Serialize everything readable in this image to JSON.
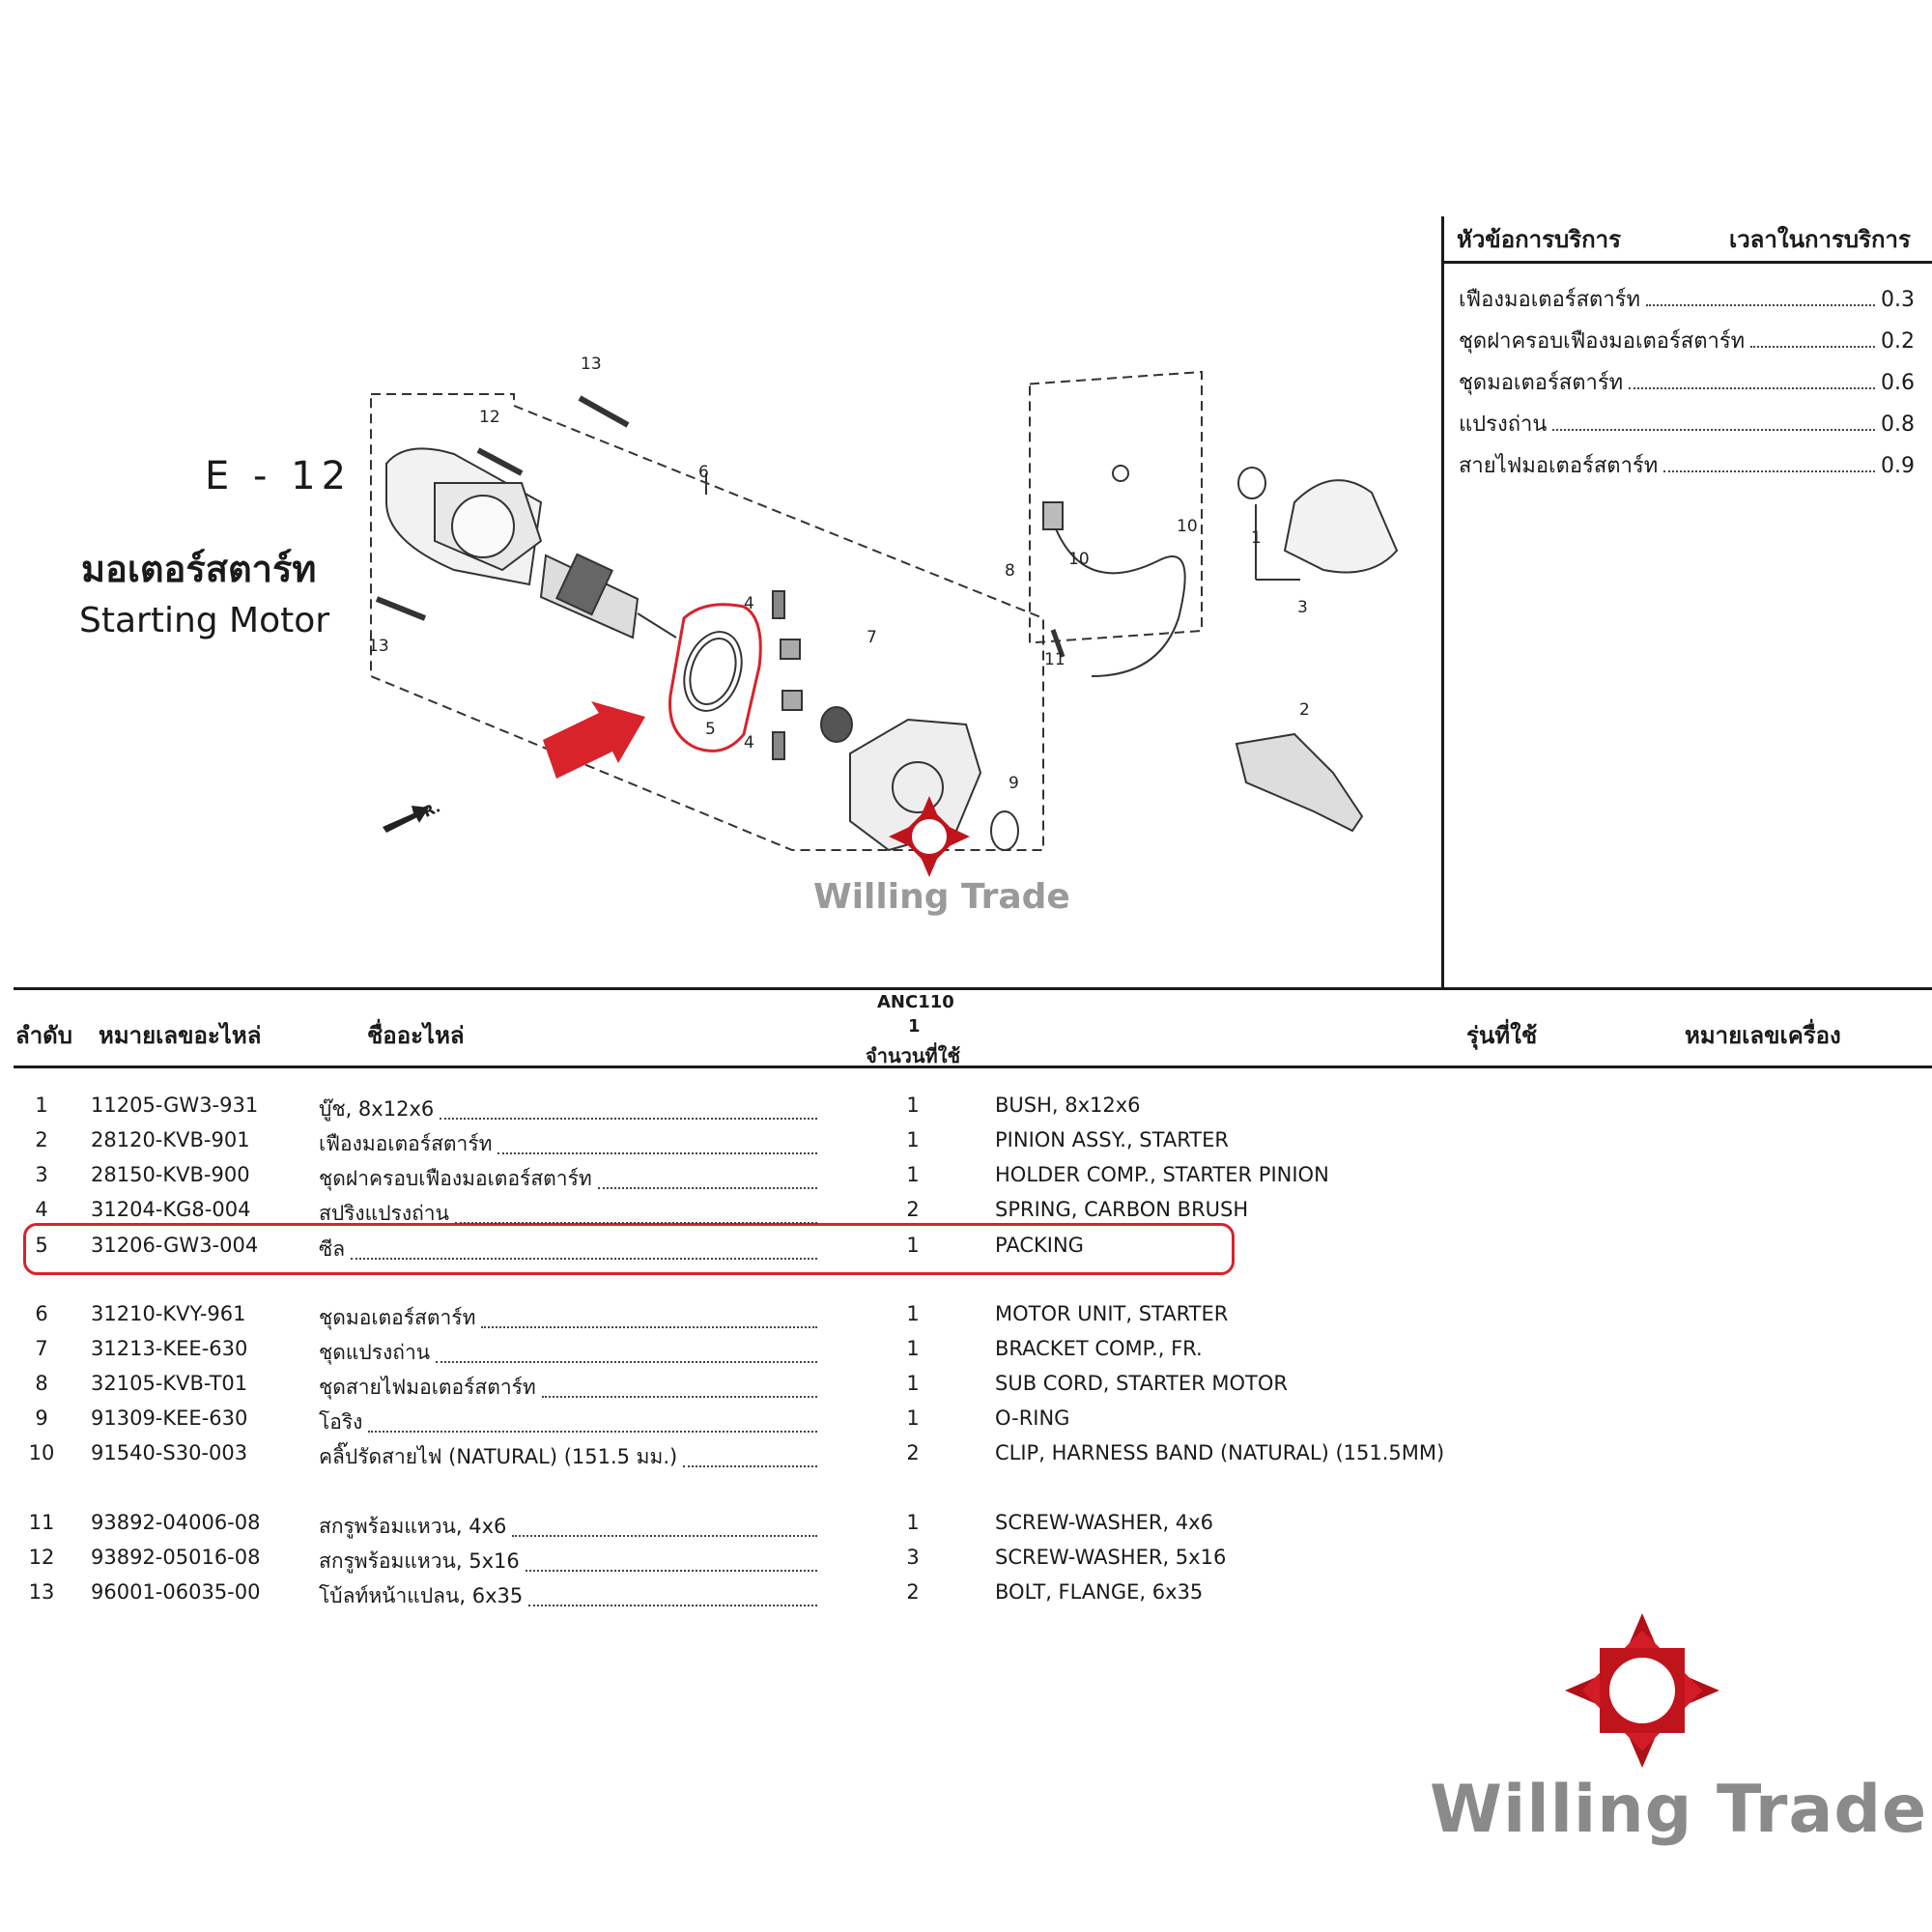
{
  "section": {
    "code": "E - 12",
    "title_th": "มอเตอร์สตาร์ท",
    "title_en": "Starting Motor"
  },
  "service_time": {
    "header_left": "หัวข้อการบริการ",
    "header_right": "เวลาในการบริการ",
    "rows": [
      {
        "name": "เฟืองมอเตอร์สตาร์ท",
        "time": "0.3"
      },
      {
        "name": "ชุดฝาครอบเฟืองมอเตอร์สตาร์ท",
        "time": "0.2"
      },
      {
        "name": "ชุดมอเตอร์สตาร์ท",
        "time": "0.6"
      },
      {
        "name": "แปรงถ่าน",
        "time": "0.8"
      },
      {
        "name": "สายไฟมอเตอร์สตาร์ท",
        "time": "0.9"
      }
    ]
  },
  "diagram": {
    "callouts": [
      "1",
      "2",
      "3",
      "4",
      "4",
      "5",
      "6",
      "7",
      "8",
      "9",
      "10",
      "10",
      "11",
      "12",
      "13",
      "13"
    ],
    "front_label": "FR.",
    "highlight_color": "#d8232a"
  },
  "table": {
    "headers": {
      "no": "ลำดับ",
      "part_no": "หมายเลขอะไหล่",
      "name": "ชื่ออะไหล่",
      "model": "ANC110",
      "model_num": "1",
      "qty": "จำนวนที่ใช้",
      "applicable": "รุ่นที่ใช้",
      "engine_no": "หมายเลขเครื่อง"
    },
    "rows": [
      {
        "no": "1",
        "part_no": "11205-GW3-931",
        "name_th": "บู๊ช, 8x12x6",
        "qty": "1",
        "name_en": "BUSH, 8x12x6"
      },
      {
        "no": "2",
        "part_no": "28120-KVB-901",
        "name_th": "เฟืองมอเตอร์สตาร์ท",
        "qty": "1",
        "name_en": "PINION ASSY., STARTER"
      },
      {
        "no": "3",
        "part_no": "28150-KVB-900",
        "name_th": "ชุดฝาครอบเฟืองมอเตอร์สตาร์ท",
        "qty": "1",
        "name_en": "HOLDER COMP., STARTER PINION"
      },
      {
        "no": "4",
        "part_no": "31204-KG8-004",
        "name_th": "สปริงแปรงถ่าน",
        "qty": "2",
        "name_en": "SPRING, CARBON BRUSH"
      },
      {
        "no": "5",
        "part_no": "31206-GW3-004",
        "name_th": "ซีล",
        "qty": "1",
        "name_en": "PACKING"
      },
      {
        "no": "6",
        "part_no": "31210-KVY-961",
        "name_th": "ชุดมอเตอร์สตาร์ท",
        "qty": "1",
        "name_en": "MOTOR UNIT, STARTER"
      },
      {
        "no": "7",
        "part_no": "31213-KEE-630",
        "name_th": "ชุดแปรงถ่าน",
        "qty": "1",
        "name_en": "BRACKET COMP., FR."
      },
      {
        "no": "8",
        "part_no": "32105-KVB-T01",
        "name_th": "ชุดสายไฟมอเตอร์สตาร์ท",
        "qty": "1",
        "name_en": "SUB CORD, STARTER MOTOR"
      },
      {
        "no": "9",
        "part_no": "91309-KEE-630",
        "name_th": "โอริง",
        "qty": "1",
        "name_en": "O-RING"
      },
      {
        "no": "10",
        "part_no": "91540-S30-003",
        "name_th": "คลิ๊ปรัดสายไฟ (NATURAL) (151.5 มม.)",
        "qty": "2",
        "name_en": "CLIP, HARNESS BAND (NATURAL) (151.5MM)"
      },
      {
        "no": "11",
        "part_no": "93892-04006-08",
        "name_th": "สกรูพร้อมแหวน, 4x6",
        "qty": "1",
        "name_en": "SCREW-WASHER, 4x6"
      },
      {
        "no": "12",
        "part_no": "93892-05016-08",
        "name_th": "สกรูพร้อมแหวน, 5x16",
        "qty": "3",
        "name_en": "SCREW-WASHER, 5x16"
      },
      {
        "no": "13",
        "part_no": "96001-06035-00",
        "name_th": "โบ้ลท์หน้าแปลน, 6x35",
        "qty": "2",
        "name_en": "BOLT, FLANGE, 6x35"
      }
    ]
  },
  "brand": {
    "name": "Willing Trade",
    "color": "#c0141c"
  }
}
